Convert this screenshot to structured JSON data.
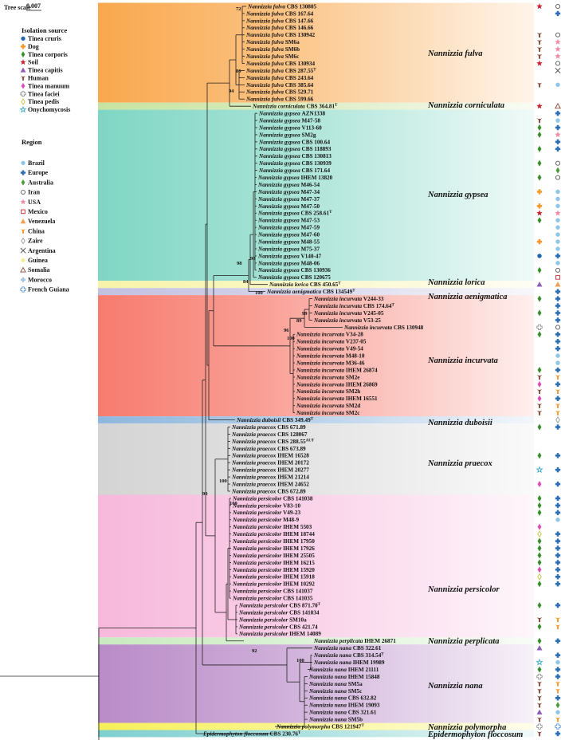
{
  "scale": {
    "label": "Tree scale",
    "value": "0.007"
  },
  "legend": {
    "source_title": "Isolation source",
    "sources": [
      {
        "label": "Tinea cruris",
        "color": "#2166ac",
        "shape": "circle"
      },
      {
        "label": "Dog",
        "color": "#f39a2e",
        "shape": "cross"
      },
      {
        "label": "Tinea corporis",
        "color": "#3a8c2e",
        "shape": "diamond"
      },
      {
        "label": "Soil",
        "color": "#c8232c",
        "shape": "star"
      },
      {
        "label": "Tinea capitis",
        "color": "#8e5bb5",
        "shape": "triangle"
      },
      {
        "label": "Human",
        "color": "#8a4a3a",
        "shape": "tee"
      },
      {
        "label": "Tinea manuum",
        "color": "#d94fb3",
        "shape": "diamond"
      },
      {
        "label": "Tinea faciei",
        "color": "#888888",
        "shape": "cross-open"
      },
      {
        "label": "Tinea pedis",
        "color": "#c9c14a",
        "shape": "diamond-open"
      },
      {
        "label": "Onychomycosis",
        "color": "#3aa9c4",
        "shape": "star-open"
      }
    ],
    "region_title": "Region",
    "regions": [
      {
        "label": "Brazil",
        "color": "#8fc7e8",
        "shape": "circle"
      },
      {
        "label": "Europe",
        "color": "#2f6fb3",
        "shape": "cross"
      },
      {
        "label": "Australia",
        "color": "#4c9a3a",
        "shape": "diamond"
      },
      {
        "label": "Iran",
        "color": "#555555",
        "shape": "circle-open"
      },
      {
        "label": "USA",
        "color": "#f08aa3",
        "shape": "star"
      },
      {
        "label": "Mexico",
        "color": "#c8232c",
        "shape": "square-open"
      },
      {
        "label": "Venezuela",
        "color": "#f0a050",
        "shape": "triangle"
      },
      {
        "label": "China",
        "color": "#f39a2e",
        "shape": "tee"
      },
      {
        "label": "Zaire",
        "color": "#999999",
        "shape": "diamond-open"
      },
      {
        "label": "Argentina",
        "color": "#444444",
        "shape": "x"
      },
      {
        "label": "Guinea",
        "color": "#f2ee9a",
        "shape": "circle"
      },
      {
        "label": "Somalia",
        "color": "#8a4a3a",
        "shape": "triangle-open"
      },
      {
        "label": "Morocco",
        "color": "#a8c8e8",
        "shape": "cross"
      },
      {
        "label": "French Guiana",
        "color": "#4a8ad0",
        "shape": "cross-open"
      }
    ]
  },
  "clades": [
    {
      "name": "Nannizzia fulva",
      "color": "#f9a84d",
      "label_y": 67
    },
    {
      "name": "Nannizzia corniculata",
      "color": "#c7e3a0",
      "label_y": 132
    },
    {
      "name": "Nannizzia gypsea",
      "color": "#7fd6c4",
      "label_y": 244
    },
    {
      "name": "Nannizzia lorica",
      "color": "#f7f3a8",
      "label_y": 354
    },
    {
      "name": "Nannizzia aenigmatica",
      "color": "#c2c0e0",
      "label_y": 372
    },
    {
      "name": "Nannizzia incurvata",
      "color": "#f77b6e",
      "label_y": 452
    },
    {
      "name": "Nannizzia duboisii",
      "color": "#8fb7dd",
      "label_y": 530
    },
    {
      "name": "Nannizzia praecox",
      "color": "#d4d4d4",
      "label_y": 581
    },
    {
      "name": "Nannizzia persicolor",
      "color": "#f7b8dc",
      "label_y": 739
    },
    {
      "name": "Nannizzia perplicata",
      "color": "#c9ebc0",
      "label_y": 804
    },
    {
      "name": "Nannizzia nana",
      "color": "#b98bc8",
      "label_y": 860
    },
    {
      "name": "Nannizzia polymorpha",
      "color": "#f7f05a",
      "label_y": 912
    },
    {
      "name": "Epidermophyton floccosum",
      "color": "#7fcfcf",
      "label_y": 921
    }
  ],
  "bootstrap": [
    {
      "value": "72"
    },
    {
      "value": "86"
    },
    {
      "value": "94"
    },
    {
      "value": "98"
    },
    {
      "value": "98"
    },
    {
      "value": "84"
    },
    {
      "value": "100"
    },
    {
      "value": "89"
    },
    {
      "value": "99"
    },
    {
      "value": "100"
    },
    {
      "value": "96"
    },
    {
      "value": "100"
    },
    {
      "value": "90"
    },
    {
      "value": "100"
    },
    {
      "value": "92"
    },
    {
      "value": "100"
    }
  ],
  "taxa": [
    {
      "sp": "Nannizzia fulva",
      "st": "CBS 130805",
      "sup": "",
      "src": "Soil",
      "reg": "Iran"
    },
    {
      "sp": "Nannizzia fulva",
      "st": "CBS 167.64",
      "sup": "",
      "src": "",
      "reg": "Europe"
    },
    {
      "sp": "Nannizzia fulva",
      "st": "CBS 147.66",
      "sup": "",
      "src": "",
      "reg": ""
    },
    {
      "sp": "Nannizzia fulva",
      "st": "CBS 146.66",
      "sup": "",
      "src": "",
      "reg": ""
    },
    {
      "sp": "Nannizzia fulva",
      "st": "CBS 130942",
      "sup": "",
      "src": "Human",
      "reg": "Iran"
    },
    {
      "sp": "Nannizzia fulva",
      "st": "SM6a",
      "sup": "",
      "src": "Human",
      "reg": "USA"
    },
    {
      "sp": "Nannizzia fulva",
      "st": "SM6b",
      "sup": "",
      "src": "Human",
      "reg": "USA"
    },
    {
      "sp": "Nannizzia fulva",
      "st": "SM6c",
      "sup": "",
      "src": "Human",
      "reg": "USA"
    },
    {
      "sp": "Nannizzia fulva",
      "st": "CBS 130934",
      "sup": "",
      "src": "Soil",
      "reg": "Iran"
    },
    {
      "sp": "Nannizzia fulva",
      "st": "CBS 287.55",
      "sup": "T",
      "src": "",
      "reg": "Argentina"
    },
    {
      "sp": "Nannizzia fulva",
      "st": "CBS 243.64",
      "sup": "",
      "src": "",
      "reg": ""
    },
    {
      "sp": "Nannizzia fulva",
      "st": "CBS 385.64",
      "sup": "",
      "src": "Human",
      "reg": "Brazil"
    },
    {
      "sp": "Nannizzia fulva",
      "st": "CBS 529.71",
      "sup": "",
      "src": "",
      "reg": ""
    },
    {
      "sp": "Nannizzia fulva",
      "st": "CBS 599.66",
      "sup": "",
      "src": "",
      "reg": ""
    },
    {
      "sp": "Nannizzia corniculata",
      "st": "CBS 364.81",
      "sup": "T",
      "src": "Soil",
      "reg": "Somalia"
    },
    {
      "sp": "Nannizzia gypsea",
      "st": "AZN1338",
      "sup": "",
      "src": "",
      "reg": "Europe"
    },
    {
      "sp": "Nannizzia gypsea",
      "st": "M47-58",
      "sup": "",
      "src": "Human",
      "reg": "Brazil"
    },
    {
      "sp": "Nannizzia gypsea",
      "st": "V113-60",
      "sup": "",
      "src": "Tinea corporis",
      "reg": "Europe"
    },
    {
      "sp": "Nannizzia gypsea",
      "st": "SM2g",
      "sup": "",
      "src": "Tinea corporis",
      "reg": "USA"
    },
    {
      "sp": "Nannizzia gypsea",
      "st": "CBS 100.64",
      "sup": "",
      "src": "",
      "reg": "Europe"
    },
    {
      "sp": "Nannizzia gypsea",
      "st": "CBS 118893",
      "sup": "",
      "src": "Tinea corporis",
      "reg": "Europe"
    },
    {
      "sp": "Nannizzia gypsea",
      "st": "CBS 130813",
      "sup": "",
      "src": "",
      "reg": ""
    },
    {
      "sp": "Nannizzia gypsea",
      "st": "CBS 130939",
      "sup": "",
      "src": "Tinea corporis",
      "reg": "Iran"
    },
    {
      "sp": "Nannizzia gypsea",
      "st": "CBS 171.64",
      "sup": "",
      "src": "",
      "reg": "Australia"
    },
    {
      "sp": "Nannizzia gypsea",
      "st": "IHEM 13820",
      "sup": "",
      "src": "Tinea corporis",
      "reg": "Iran"
    },
    {
      "sp": "Nannizzia gypsea",
      "st": "M46-54",
      "sup": "",
      "src": "",
      "reg": ""
    },
    {
      "sp": "Nannizzia gypsea",
      "st": "M47-34",
      "sup": "",
      "src": "Dog",
      "reg": "Brazil"
    },
    {
      "sp": "Nannizzia gypsea",
      "st": "M47-37",
      "sup": "",
      "src": "",
      "reg": "Brazil"
    },
    {
      "sp": "Nannizzia gypsea",
      "st": "M47-50",
      "sup": "",
      "src": "Dog",
      "reg": "Brazil"
    },
    {
      "sp": "Nannizzia gypsea",
      "st": "CBS 258.61",
      "sup": "T",
      "src": "Soil",
      "reg": "USA"
    },
    {
      "sp": "Nannizzia gypsea",
      "st": "M47-53",
      "sup": "",
      "src": "Tinea corporis",
      "reg": "Brazil"
    },
    {
      "sp": "Nannizzia gypsea",
      "st": "M47-59",
      "sup": "",
      "src": "",
      "reg": "Brazil"
    },
    {
      "sp": "Nannizzia gypsea",
      "st": "M47-60",
      "sup": "",
      "src": "",
      "reg": "Brazil"
    },
    {
      "sp": "Nannizzia gypsea",
      "st": "M48-55",
      "sup": "",
      "src": "Dog",
      "reg": "Brazil"
    },
    {
      "sp": "Nannizzia gypsea",
      "st": "M75-37",
      "sup": "",
      "src": "",
      "reg": "Brazil"
    },
    {
      "sp": "Nannizzia gypsea",
      "st": "V140-47",
      "sup": "",
      "src": "Tinea cruris",
      "reg": "Europe"
    },
    {
      "sp": "Nannizzia gypsea",
      "st": "M48-06",
      "sup": "",
      "src": "",
      "reg": "Brazil"
    },
    {
      "sp": "Nannizzia gypsea",
      "st": "CBS 130936",
      "sup": "",
      "src": "Tinea corporis",
      "reg": "Iran"
    },
    {
      "sp": "Nannizzia gypsea",
      "st": "CBS 120675",
      "sup": "",
      "src": "",
      "reg": "Mexico"
    },
    {
      "sp": "Nannizzia lorica",
      "st": "CBS 450.65",
      "sup": "T",
      "src": "Tinea capitis",
      "reg": "Venezuela"
    },
    {
      "sp": "Nannizzia aenigmatica",
      "st": "CBS 134549",
      "sup": "T",
      "src": "",
      "reg": "Europe"
    },
    {
      "sp": "Nannizzia incurvata",
      "st": "V244-33",
      "sup": "",
      "src": "Tinea corporis",
      "reg": "Europe"
    },
    {
      "sp": "Nannizzia incurvata",
      "st": "CBS 174.64",
      "sup": "T",
      "src": "",
      "reg": "Europe"
    },
    {
      "sp": "Nannizzia incurvata",
      "st": "V245-05",
      "sup": "",
      "src": "Tinea corporis",
      "reg": "Europe"
    },
    {
      "sp": "Nannizzia incurvata",
      "st": "V53-25",
      "sup": "",
      "src": "",
      "reg": "Europe"
    },
    {
      "sp": "Nannizzia incurvata",
      "st": "CBS 130948",
      "sup": "",
      "src": "Tinea faciei",
      "reg": "Iran"
    },
    {
      "sp": "Nannizzia incurvata",
      "st": "V34-28",
      "sup": "",
      "src": "Tinea corporis",
      "reg": "Europe"
    },
    {
      "sp": "Nannizzia incurvata",
      "st": "V237-05",
      "sup": "",
      "src": "",
      "reg": "Europe"
    },
    {
      "sp": "Nannizzia incurvata",
      "st": "V49-54",
      "sup": "",
      "src": "",
      "reg": "Europe"
    },
    {
      "sp": "Nannizzia incurvata",
      "st": "M48-10",
      "sup": "",
      "src": "",
      "reg": "Brazil"
    },
    {
      "sp": "Nannizzia incurvata",
      "st": "M36-46",
      "sup": "",
      "src": "",
      "reg": "Brazil"
    },
    {
      "sp": "Nannizzia incurvata",
      "st": "IHEM 26874",
      "sup": "",
      "src": "Tinea corporis",
      "reg": "Europe"
    },
    {
      "sp": "Nannizzia incurvata",
      "st": "SM2e",
      "sup": "",
      "src": "Human",
      "reg": "China"
    },
    {
      "sp": "Nannizzia incurvata",
      "st": "IHEM 26869",
      "sup": "",
      "src": "Tinea manuum",
      "reg": "Europe"
    },
    {
      "sp": "Nannizzia incurvata",
      "st": "SM2h",
      "sup": "",
      "src": "Human",
      "reg": "China"
    },
    {
      "sp": "Nannizzia incurvata",
      "st": "IHEM 16551",
      "sup": "",
      "src": "Tinea manuum",
      "reg": "Europe"
    },
    {
      "sp": "Nannizzia incurvata",
      "st": "SM2d",
      "sup": "",
      "src": "Human",
      "reg": "China"
    },
    {
      "sp": "Nannizzia incurvata",
      "st": "SM2c",
      "sup": "",
      "src": "Human",
      "reg": "China"
    },
    {
      "sp": "Nannizzia duboisii",
      "st": "CBS 349.49",
      "sup": "T",
      "src": "",
      "reg": "Zaire"
    },
    {
      "sp": "Nannizzia praecox",
      "st": "CBS 671.89",
      "sup": "",
      "src": "Tinea corporis",
      "reg": "Europe"
    },
    {
      "sp": "Nannizzia praecox",
      "st": "CBS 128067",
      "sup": "",
      "src": "",
      "reg": ""
    },
    {
      "sp": "Nannizzia praecox",
      "st": "CBS 288.55",
      "sup": "AUT",
      "src": "",
      "reg": ""
    },
    {
      "sp": "Nannizzia praecox",
      "st": "CBS 673.89",
      "sup": "",
      "src": "",
      "reg": ""
    },
    {
      "sp": "Nannizzia praecox",
      "st": "IHEM 16528",
      "sup": "",
      "src": "Tinea corporis",
      "reg": "Europe"
    },
    {
      "sp": "Nannizzia praecox",
      "st": "IHEM 20172",
      "sup": "",
      "src": "",
      "reg": ""
    },
    {
      "sp": "Nannizzia praecox",
      "st": "IHEM 20277",
      "sup": "",
      "src": "Onychomycosis",
      "reg": "Europe"
    },
    {
      "sp": "Nannizzia praecox",
      "st": "IHEM 21214",
      "sup": "",
      "src": "",
      "reg": ""
    },
    {
      "sp": "Nannizzia praecox",
      "st": "IHEM 24652",
      "sup": "",
      "src": "Tinea manuum",
      "reg": "Europe"
    },
    {
      "sp": "Nannizzia praecox",
      "st": "CBS 672.89",
      "sup": "",
      "src": "",
      "reg": ""
    },
    {
      "sp": "Nannizzia persicolor",
      "st": "CBS 141038",
      "sup": "",
      "src": "Tinea corporis",
      "reg": "Europe"
    },
    {
      "sp": "Nannizzia persicolor",
      "st": "V83-10",
      "sup": "",
      "src": "Tinea corporis",
      "reg": "Europe"
    },
    {
      "sp": "Nannizzia persicolor",
      "st": "V49-23",
      "sup": "",
      "src": "Tinea corporis",
      "reg": "Europe"
    },
    {
      "sp": "Nannizzia persicolor",
      "st": "M48-9",
      "sup": "",
      "src": "",
      "reg": "Brazil"
    },
    {
      "sp": "Nannizzia persicolor",
      "st": "IHEM 5503",
      "sup": "",
      "src": "Tinea manuum",
      "reg": ""
    },
    {
      "sp": "Nannizzia persicolor",
      "st": "IHEM 18744",
      "sup": "",
      "src": "Tinea pedis",
      "reg": "Europe"
    },
    {
      "sp": "Nannizzia persicolor",
      "st": "IHEM 17950",
      "sup": "",
      "src": "Tinea corporis",
      "reg": "Europe"
    },
    {
      "sp": "Nannizzia persicolor",
      "st": "IHEM 17926",
      "sup": "",
      "src": "Tinea corporis",
      "reg": "Europe"
    },
    {
      "sp": "Nannizzia persicolor",
      "st": "IHEM 25505",
      "sup": "",
      "src": "Tinea corporis",
      "reg": "Europe"
    },
    {
      "sp": "Nannizzia persicolor",
      "st": "IHEM 16215",
      "sup": "",
      "src": "Tinea corporis",
      "reg": "Europe"
    },
    {
      "sp": "Nannizzia persicolor",
      "st": "IHEM 15920",
      "sup": "",
      "src": "Tinea manuum",
      "reg": "Europe"
    },
    {
      "sp": "Nannizzia persicolor",
      "st": "IHEM 15918",
      "sup": "",
      "src": "Tinea pedis",
      "reg": "Europe"
    },
    {
      "sp": "Nannizzia persicolor",
      "st": "IHEM 10292",
      "sup": "",
      "src": "Tinea corporis",
      "reg": "Europe"
    },
    {
      "sp": "Nannizzia persicolor",
      "st": "CBS 141037",
      "sup": "",
      "src": "",
      "reg": ""
    },
    {
      "sp": "Nannizzia persicolor",
      "st": "CBS 141035",
      "sup": "",
      "src": "",
      "reg": ""
    },
    {
      "sp": "Nannizzia persicolor",
      "st": "CBS 871.70",
      "sup": "T",
      "src": "Tinea corporis",
      "reg": "Europe"
    },
    {
      "sp": "Nannizzia persicolor",
      "st": "CBS 141034",
      "sup": "",
      "src": "",
      "reg": ""
    },
    {
      "sp": "Nannizzia persicolor",
      "st": "SM10a",
      "sup": "",
      "src": "Human",
      "reg": "China"
    },
    {
      "sp": "Nannizzia persicolor",
      "st": "CBS 421.74",
      "sup": "",
      "src": "Tinea corporis",
      "reg": "China"
    },
    {
      "sp": "Nannizzia persicolor",
      "st": "IHEM 14089",
      "sup": "",
      "src": "",
      "reg": ""
    },
    {
      "sp": "Nannizzia perplicata",
      "st": "IHEM 26871",
      "sup": "",
      "src": "Tinea corporis",
      "reg": "Europe"
    },
    {
      "sp": "Nannizzia nana",
      "st": "CBS 322.61",
      "sup": "",
      "src": "Tinea capitis",
      "reg": ""
    },
    {
      "sp": "Nannizzia nana",
      "st": "CBS 314.54",
      "sup": "T",
      "src": "",
      "reg": "Europe"
    },
    {
      "sp": "Nannizzia nana",
      "st": "IHEM 19989",
      "sup": "",
      "src": "Onychomycosis",
      "reg": "Brazil"
    },
    {
      "sp": "Nannizzia nana",
      "st": "IHEM 21111",
      "sup": "",
      "src": "Tinea corporis",
      "reg": "Europe"
    },
    {
      "sp": "Nannizzia nana",
      "st": "IHEM 15848",
      "sup": "",
      "src": "Tinea faciei",
      "reg": "Europe"
    },
    {
      "sp": "Nannizzia nana",
      "st": "SM5a",
      "sup": "",
      "src": "Human",
      "reg": "China"
    },
    {
      "sp": "Nannizzia nana",
      "st": "SM5c",
      "sup": "",
      "src": "Human",
      "reg": "China"
    },
    {
      "sp": "Nannizzia nana",
      "st": "CBS 632.82",
      "sup": "",
      "src": "Human",
      "reg": "Europe"
    },
    {
      "sp": "Nannizzia nana",
      "st": "IHEM 19093",
      "sup": "",
      "src": "Human",
      "reg": "Australia"
    },
    {
      "sp": "Nannizzia nana",
      "st": "CBS 321.61",
      "sup": "",
      "src": "Tinea capitis",
      "reg": "Brazil"
    },
    {
      "sp": "Nannizzia nana",
      "st": "SM5b",
      "sup": "",
      "src": "Human",
      "reg": "China"
    },
    {
      "sp": "Nannizzia polymorpha",
      "st": "CBS 121947",
      "sup": "T",
      "src": "Tinea faciei",
      "reg": "French Guiana"
    },
    {
      "sp": "Epidermophyton floccosum",
      "st": "CBS 230.76",
      "sup": "T",
      "src": "Human",
      "reg": "Europe"
    }
  ]
}
